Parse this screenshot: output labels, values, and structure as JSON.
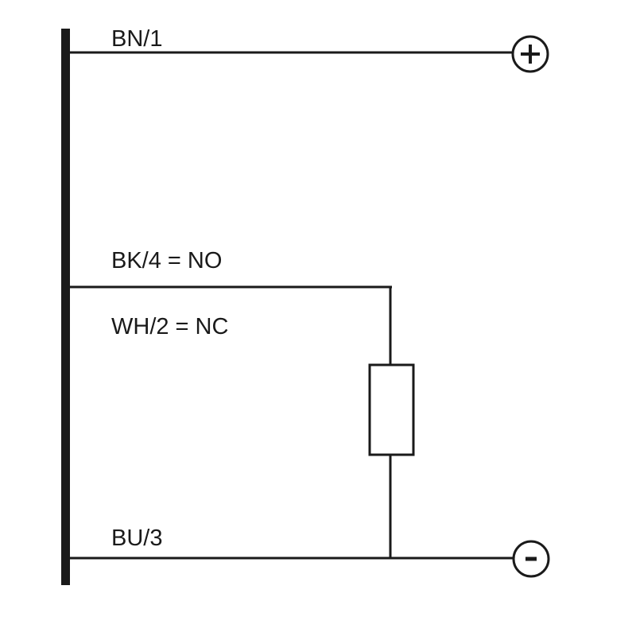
{
  "diagram": {
    "labels": {
      "bn": "BN/1",
      "bk": "BK/4 = NO",
      "wh": "WH/2 = NC",
      "bu": "BU/3"
    },
    "terminals": {
      "positive": {
        "symbol": "+",
        "icon": "plus-terminal-icon"
      },
      "negative": {
        "symbol": "-",
        "icon": "minus-terminal-icon"
      }
    },
    "components": [
      "load-resistor"
    ],
    "line_color": "#1a1a1a"
  }
}
